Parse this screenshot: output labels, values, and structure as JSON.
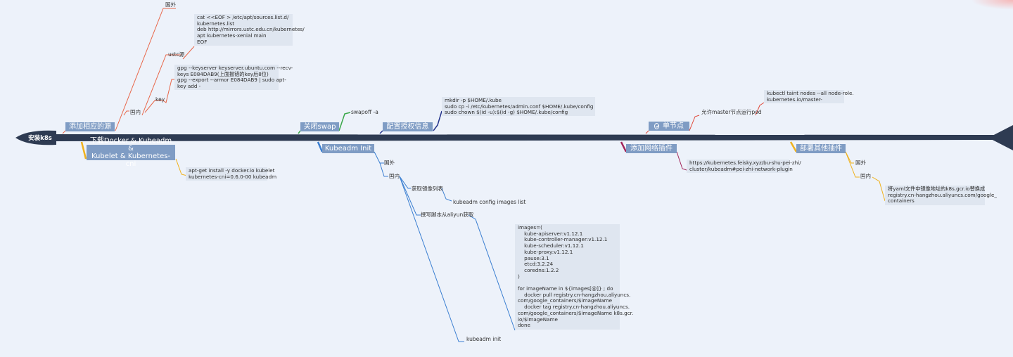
{
  "root": {
    "label": "安装k8s"
  },
  "branches": {
    "sources": {
      "label": "添加相应的源",
      "abroad": "国外",
      "domestic": "国内",
      "ustc": "ustc源",
      "ustc_cmd": "cat <<EOF > /etc/apt/sources.list.d/\nkubernetes.list\ndeb http://mirrors.ustc.edu.cn/kubernetes/\napt kubernetes-xenial main\nEOF",
      "key": "key",
      "key_cmd": "gpg --keyserver keyserver.ubuntu.com --recv-\nkeys E084DAB9(上面报错的key后8位)\ngpg --export --armor E084DAB9 | sudo apt-\nkey add -"
    },
    "install": {
      "label": "下载Docker & Kubeadm &\nKubelet & Kubernetes-cni",
      "cmd": "apt-get install -y docker.io kubelet\nkubernetes-cni=0.6.0-00 kubeadm"
    },
    "swap": {
      "label": "关闭swap",
      "cmd": "swapoff -a"
    },
    "init": {
      "label": "Kubeadm Init",
      "abroad": "国外",
      "domestic": "国内",
      "get_images": "获取镜像列表",
      "images_cmd": "kubeadm config images list",
      "script": "撰写脚本从aliyun获取",
      "script_cmd": "images=(\n    kube-apiserver:v1.12.1\n    kube-controller-manager:v1.12.1\n    kube-scheduler:v1.12.1\n    kube-proxy:v1.12.1\n    pause:3.1\n    etcd:3.2.24\n    coredns:1.2.2\n)\n\nfor imageName in ${images[@]} ; do\n    docker pull registry.cn-hangzhou.aliyuncs.\ncom/google_containers/$imageName\n    docker tag registry.cn-hangzhou.aliyuncs.\ncom/google_containers/$imageName k8s.gcr.\nio/$imageName\ndone",
      "init_cmd": "kubeadm init"
    },
    "auth": {
      "label": "配置授权信息",
      "cmd": "mkdir -p $HOME/.kube\nsudo cp -i /etc/kubernetes/admin.conf $HOME/.kube/config\nsudo chown $(id -u):$(id -g) $HOME/.kube/config"
    },
    "network": {
      "label": "添加网络插件",
      "link": "https://kubernetes.feisky.xyz/bu-shu-pei-zhi/\ncluster/kubeadm#pei-zhi-network-plugin"
    },
    "single": {
      "label": "单节点",
      "allow": "允许master节点运行pod",
      "cmd": "kubectl taint nodes --all node-role.\nkubernetes.io/master-"
    },
    "plugins": {
      "label": "部署其他插件",
      "abroad": "国外",
      "domestic": "国内",
      "note": "将yaml文件中镜像地址的k8s.gcr.io替换成\nregistry.cn-hangzhou.aliyuncs.com/google_\ncontainers"
    }
  },
  "icons": {
    "single_node": "check-circle-icon"
  },
  "colors": {
    "spine": "#2e3b52",
    "topic": "#7f9cc4",
    "sources": "#e8674a",
    "install": "#f0b21e",
    "swap": "#3aa849",
    "init": "#3b7fd1",
    "auth": "#24348c",
    "network": "#a2255a",
    "single": "#e04a3b",
    "plugins": "#f0b21e"
  }
}
